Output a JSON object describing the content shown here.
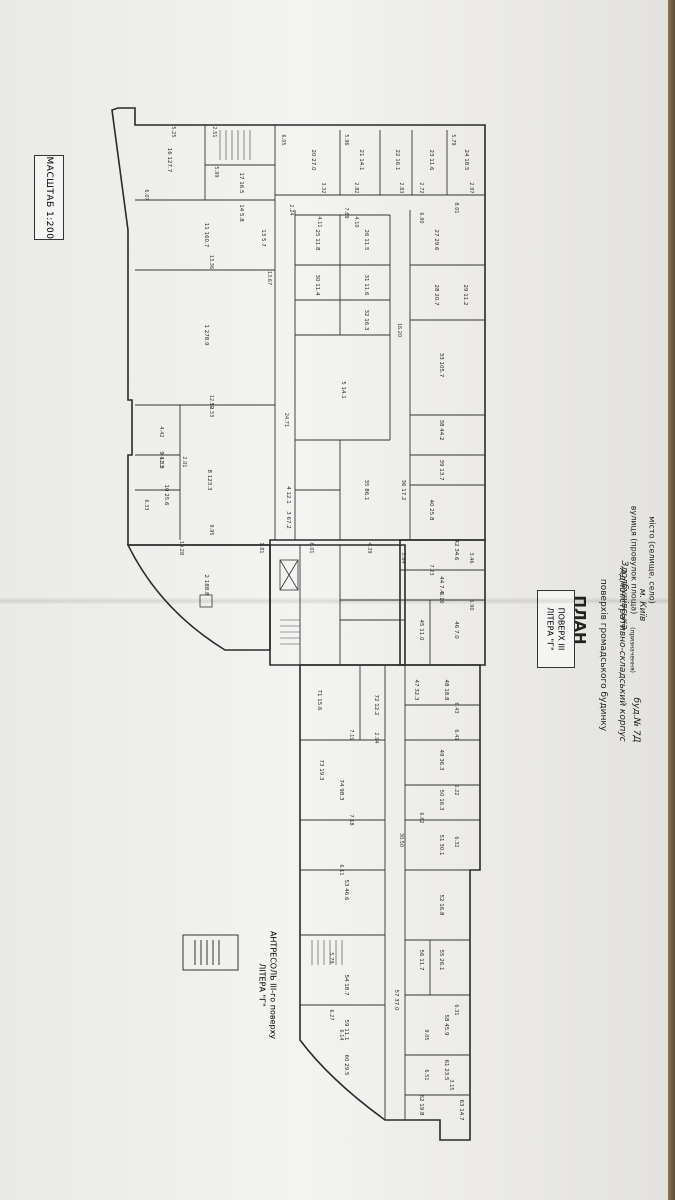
{
  "title": {
    "plan": "ПЛАН",
    "line1": "поверхів громадського будинку",
    "line2": "Адміністративно-складський корпус",
    "line2_note": "(призначення)",
    "street": "Здолбунівська",
    "street_caption": "вулиця (провулок площа)",
    "building": "буд.№ 7Д",
    "city": "м. Київ",
    "city_caption": "місто (селище, село)"
  },
  "scale": "МАСШТАБ 1:200",
  "floor_label": {
    "line1": "ПОВЕРХ III",
    "line2": "ЛІТЕРА \"Г\""
  },
  "mezzanine_label": {
    "line1": "АНТРЕСОЛЬ III-го поверху",
    "line2": "ЛІТЕРА \"Г\""
  },
  "rooms": [
    {
      "no": "16",
      "area": "127.7"
    },
    {
      "no": "17",
      "area": "16.5"
    },
    {
      "no": "14",
      "area": "5.8"
    },
    {
      "no": "13",
      "area": "5.7"
    },
    {
      "no": "11",
      "area": "160.7"
    },
    {
      "no": "1",
      "area": "278.9"
    },
    {
      "no": "10",
      "area": "25.6"
    },
    {
      "no": "8",
      "area": "123.3"
    },
    {
      "no": "9",
      "area": "11.3"
    },
    {
      "no": "2",
      "area": "188.8"
    },
    {
      "no": "4",
      "area": "12.1"
    },
    {
      "no": "3",
      "area": "67.2"
    },
    {
      "no": "20",
      "area": "27.0"
    },
    {
      "no": "21",
      "area": "14.1"
    },
    {
      "no": "22",
      "area": "16.1"
    },
    {
      "no": "23",
      "area": "11.6"
    },
    {
      "no": "24",
      "area": "18.5"
    },
    {
      "no": "25",
      "area": "11.8"
    },
    {
      "no": "26",
      "area": "11.5"
    },
    {
      "no": "30",
      "area": "11.4"
    },
    {
      "no": "31",
      "area": "11.6"
    },
    {
      "no": "32",
      "area": "16.3"
    },
    {
      "no": "27",
      "area": "29.6"
    },
    {
      "no": "29",
      "area": "11.2"
    },
    {
      "no": "28",
      "area": "20.7"
    },
    {
      "no": "33",
      "area": "105.7"
    },
    {
      "no": "5",
      "area": "14.1"
    },
    {
      "no": "35",
      "area": "86.1"
    },
    {
      "no": "36",
      "area": "17.2"
    },
    {
      "no": "38",
      "area": "44.2"
    },
    {
      "no": "39",
      "area": "13.7"
    },
    {
      "no": "40",
      "area": "25.8"
    },
    {
      "no": "42",
      "area": "34.6"
    },
    {
      "no": "44",
      "area": "7.4"
    },
    {
      "no": "45",
      "area": "11.0"
    },
    {
      "no": "46",
      "area": "7.0"
    },
    {
      "no": "47",
      "area": "32.3"
    },
    {
      "no": "48",
      "area": "18.8"
    },
    {
      "no": "49",
      "area": "36.3"
    },
    {
      "no": "50",
      "area": "16.3"
    },
    {
      "no": "51",
      "area": "30.1"
    },
    {
      "no": "52",
      "area": "16.8"
    },
    {
      "no": "53",
      "area": "46.6"
    },
    {
      "no": "54",
      "area": "18.7"
    },
    {
      "no": "55",
      "area": "26.1"
    },
    {
      "no": "56",
      "area": "11.7"
    },
    {
      "no": "57",
      "area": "37.0"
    },
    {
      "no": "58",
      "area": "45.9"
    },
    {
      "no": "59",
      "area": "11.1"
    },
    {
      "no": "60",
      "area": "29.5"
    },
    {
      "no": "61",
      "area": "23.5"
    },
    {
      "no": "62",
      "area": "19.8"
    },
    {
      "no": "63",
      "area": "14.7"
    },
    {
      "no": "71",
      "area": "15.6"
    },
    {
      "no": "72",
      "area": "12.2"
    },
    {
      "no": "73",
      "area": "19.3"
    },
    {
      "no": "74",
      "area": "98.3"
    }
  ],
  "dimensions": [
    "5.25",
    "2.51",
    "6.05",
    "5.96",
    "5.79",
    "6.07",
    "5.99",
    "2.24",
    "3.32",
    "2.82",
    "2.83",
    "2.72",
    "2.97",
    "6.90",
    "8.01",
    "7.69",
    "4.10",
    "4.11",
    "13.36",
    "13.67",
    "12.50",
    "12.33",
    "4.42",
    "4.33",
    "2.01",
    "6.33",
    "9.95",
    "10.28",
    "1.81",
    "6.01",
    "4.39",
    "3.64",
    "3.46",
    "7.23",
    "6.10",
    "5.90",
    "6.43",
    "6.41",
    "6.22",
    "6.32",
    "6.62",
    "6.31",
    "9.05",
    "6.51",
    "3.15",
    "7.19",
    "2.94",
    "7.18",
    "6.11",
    "6.14",
    "6.27",
    "5.79",
    "30.50",
    "24.71",
    "16.20"
  ]
}
